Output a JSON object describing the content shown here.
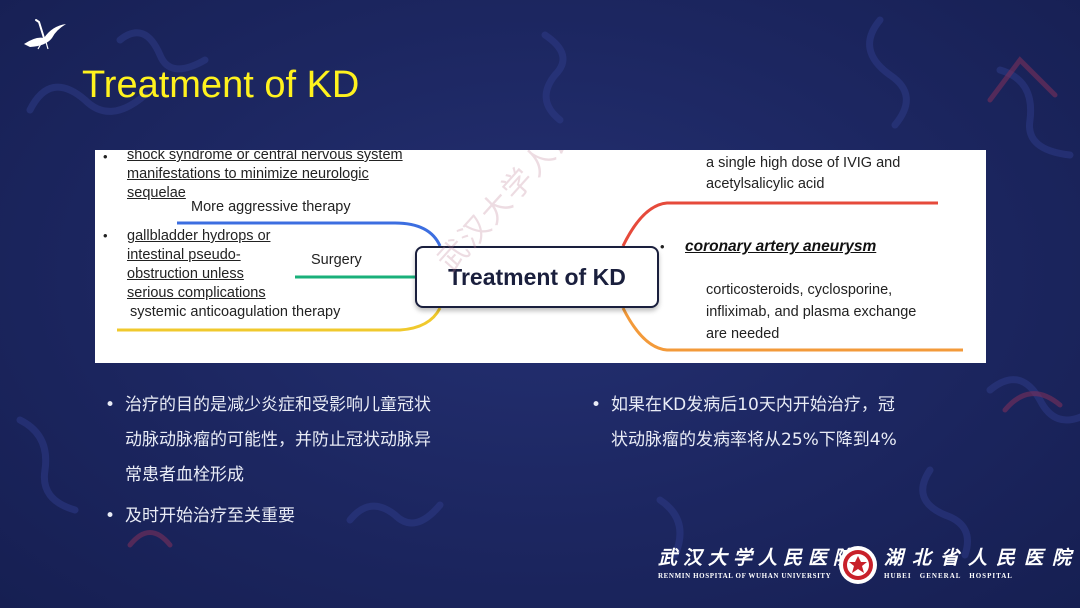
{
  "slide": {
    "title": "Treatment of KD",
    "logo_icon": "crane-bird-icon",
    "watermark": "武汉大学人民医院放射科"
  },
  "mindmap": {
    "center": "Treatment of KD",
    "left_top_note": [
      "shock syndrome or central nervous system",
      "manifestations to minimize neurologic",
      "sequelae"
    ],
    "branch_aggressive": "More aggressive therapy",
    "left_mid_note": [
      "gallbladder hydrops or",
      "intestinal pseudo-",
      "obstruction unless",
      "serious complications"
    ],
    "branch_surgery": "Surgery",
    "branch_anticoag": "systemic anticoagulation therapy",
    "right_top": [
      "a single high dose of IVIG and",
      "acetylsalicylic acid"
    ],
    "right_mid": "coronary artery aneurysm",
    "right_bottom": [
      "corticosteroids, cyclosporine,",
      "infliximab, and plasma  exchange",
      "are needed"
    ],
    "bullet_char": "•",
    "branch_colors": {
      "blue": "#3c6ee0",
      "green": "#19b07a",
      "yellow": "#f0c92d",
      "red": "#e64a3b",
      "orange": "#f39a3a"
    }
  },
  "bullets_left": [
    {
      "lines": [
        "治疗的目的是减少炎症和受影响儿童冠状",
        "动脉动脉瘤的可能性，并防止冠状动脉异",
        "常患者血栓形成"
      ]
    },
    {
      "lines": [
        "及时开始治疗至关重要"
      ]
    }
  ],
  "bullets_right": [
    {
      "lines": [
        "如果在KD发病后10天内开始治疗，冠",
        "状动脉瘤的发病率将从25%下降到4%"
      ]
    }
  ],
  "footer": {
    "hospital1_cn": "武汉大学人民医院",
    "hospital1_en": "RENMIN HOSPITAL OF WUHAN UNIVERSITY",
    "hospital2_cn": "湖北省人民医院",
    "hospital2_en": "HUBEI   GENERAL   HOSPITAL",
    "emblem_icon": "hospital-emblem-icon"
  }
}
